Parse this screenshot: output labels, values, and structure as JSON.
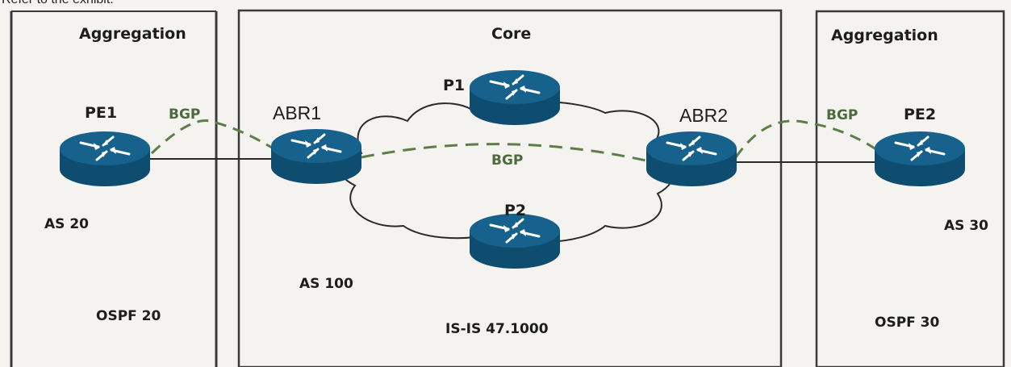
{
  "caption": "Refer to the exhibit.",
  "regions": {
    "left": "Aggregation",
    "core": "Core",
    "right": "Aggregation"
  },
  "nodes": {
    "pe1": "PE1",
    "abr1": "ABR1",
    "p1": "P1",
    "p2": "P2",
    "abr2": "ABR2",
    "pe2": "PE2"
  },
  "sessions": {
    "pe1_abr1": "BGP",
    "abr1_abr2": "BGP",
    "abr2_pe2": "BGP"
  },
  "labels": {
    "as_left": "AS 20",
    "ospf_left": "OSPF 20",
    "as_core": "AS 100",
    "isis_core": "IS-IS 47.1000",
    "as_right": "AS 30",
    "ospf_right": "OSPF 30"
  },
  "colors": {
    "router_fill": "#0f4d70",
    "router_top": "#17628c",
    "bgp_dashed": "#5d7e49",
    "link": "#2a2a2a"
  }
}
